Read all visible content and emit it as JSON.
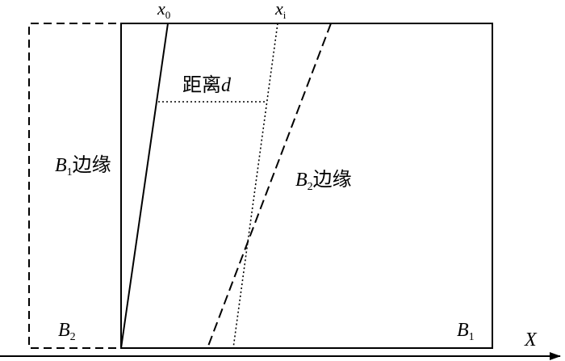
{
  "labels": {
    "x0": {
      "base": "x",
      "sub": "0"
    },
    "xi": {
      "base": "x",
      "sub": "i"
    },
    "distance": {
      "text": "距离",
      "var": "d"
    },
    "b1_edge": {
      "base": "B",
      "sub": "1",
      "suffix": "边缘"
    },
    "b2_edge": {
      "base": "B",
      "sub": "2",
      "suffix": "边缘"
    },
    "b2_corner": {
      "base": "B",
      "sub": "2"
    },
    "b1_corner": {
      "base": "B",
      "sub": "1"
    },
    "x_axis": "X"
  }
}
